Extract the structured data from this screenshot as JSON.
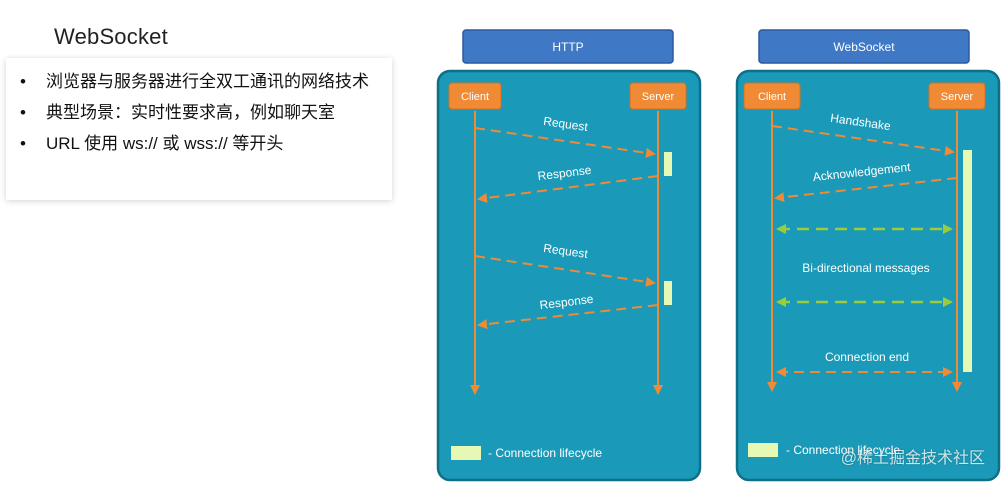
{
  "slide": {
    "title": "WebSocket",
    "bullets": [
      "浏览器与服务器进行全双工通讯的网络技术",
      "典型场景：实时性要求高，例如聊天室",
      "URL 使用 ws:// 或 wss:// 等开头"
    ]
  },
  "http_diagram": {
    "header": "HTTP",
    "client": "Client",
    "server": "Server",
    "messages": [
      "Request",
      "Response",
      "Request",
      "Response"
    ],
    "legend": "- Connection lifecycle"
  },
  "ws_diagram": {
    "header": "WebSocket",
    "client": "Client",
    "server": "Server",
    "handshake": "Handshake",
    "ack": "Acknowledgement",
    "bidir": "Bi-directional messages",
    "end": "Connection end",
    "legend": "- Connection lifecycle"
  },
  "watermark": "@稀土掘金技术社区",
  "colors": {
    "panel": "#1a9ab8",
    "panel_border": "#0f6f87",
    "header": "#3f78c5",
    "box": "#f08a34",
    "arrow": "#f08a34",
    "green_arrow": "#9ccc3a",
    "lifecycle": "#e6f8b4"
  }
}
